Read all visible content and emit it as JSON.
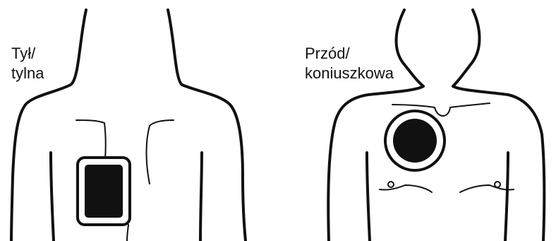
{
  "figure": {
    "panels": [
      {
        "id": "back",
        "label_lines": [
          "Tył/",
          "tylna"
        ]
      },
      {
        "id": "front",
        "label_lines": [
          "Przód/",
          "koniuszkowa"
        ]
      }
    ],
    "colors": {
      "outline": "#111111",
      "pad_fill": "#111111",
      "background": "#ffffff"
    }
  }
}
